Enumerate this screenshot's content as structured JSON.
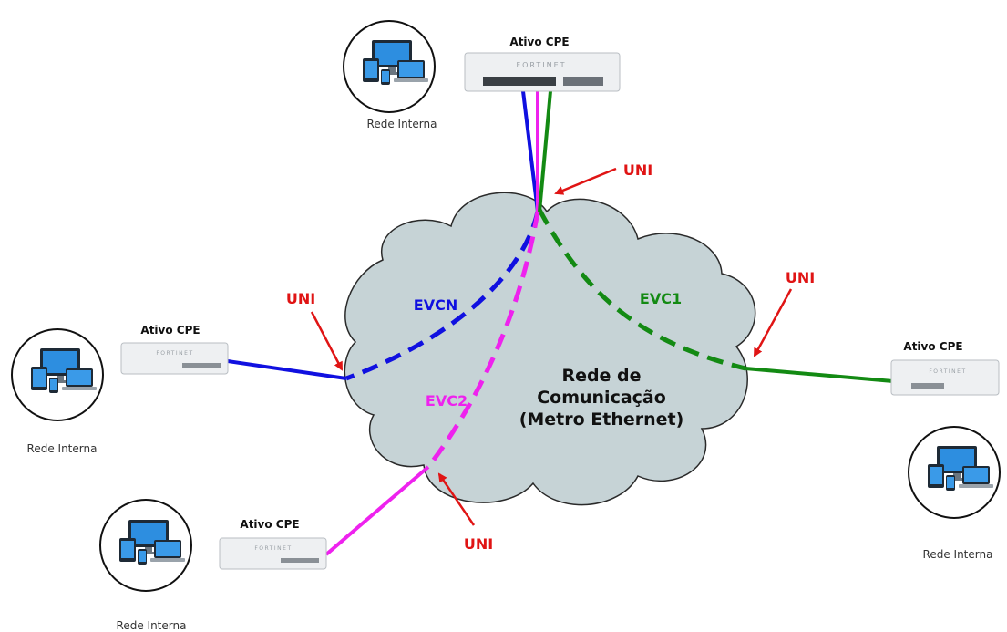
{
  "colors": {
    "cloud_fill": "#c6d3d6",
    "cloud_stroke": "#2a2a2a",
    "evcn": "#1010e0",
    "evc1": "#138a13",
    "evc2": "#ee22ee",
    "uni": "#e01414",
    "device_body": "#eef0f2"
  },
  "cloud": {
    "title_line1": "Rede de",
    "title_line2": "Comunicação",
    "title_line3": "(Metro Ethernet)"
  },
  "circuits": {
    "evcn": "EVCN",
    "evc1": "EVC1",
    "evc2": "EVC2"
  },
  "uni_label": "UNI",
  "sites": {
    "top": {
      "device": "Ativo CPE",
      "network": "Rede Interna",
      "device_brand": "FORTINET"
    },
    "left": {
      "device": "Ativo CPE",
      "network": "Rede Interna",
      "device_brand": "FORTINET"
    },
    "bottom_left": {
      "device": "Ativo CPE",
      "network": "Rede Interna",
      "device_brand": "FORTINET"
    },
    "right": {
      "device": "Ativo CPE",
      "network": "Rede Interna",
      "device_brand": "FORTINET"
    }
  }
}
